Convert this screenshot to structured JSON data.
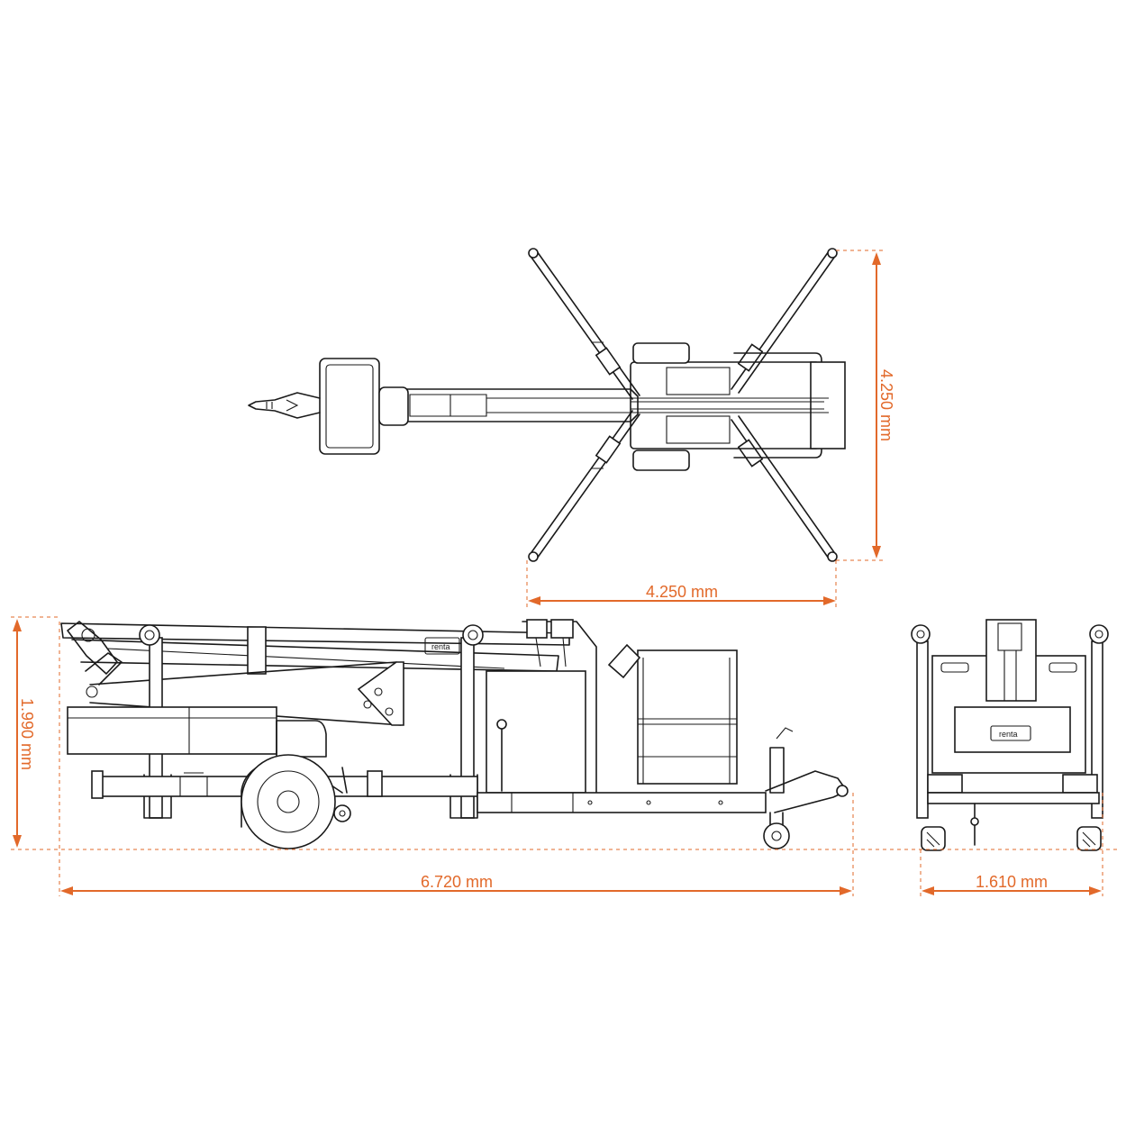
{
  "colors": {
    "accent": "#e2692a",
    "line": "#1a1a1a",
    "background": "#ffffff"
  },
  "dimensions": {
    "top_width": "4.250 mm",
    "top_height": "4.250 mm",
    "side_height": "1.990 mm",
    "side_length": "6.720 mm",
    "front_width": "1.610 mm"
  },
  "labels": {
    "brand_logo": "renta"
  }
}
